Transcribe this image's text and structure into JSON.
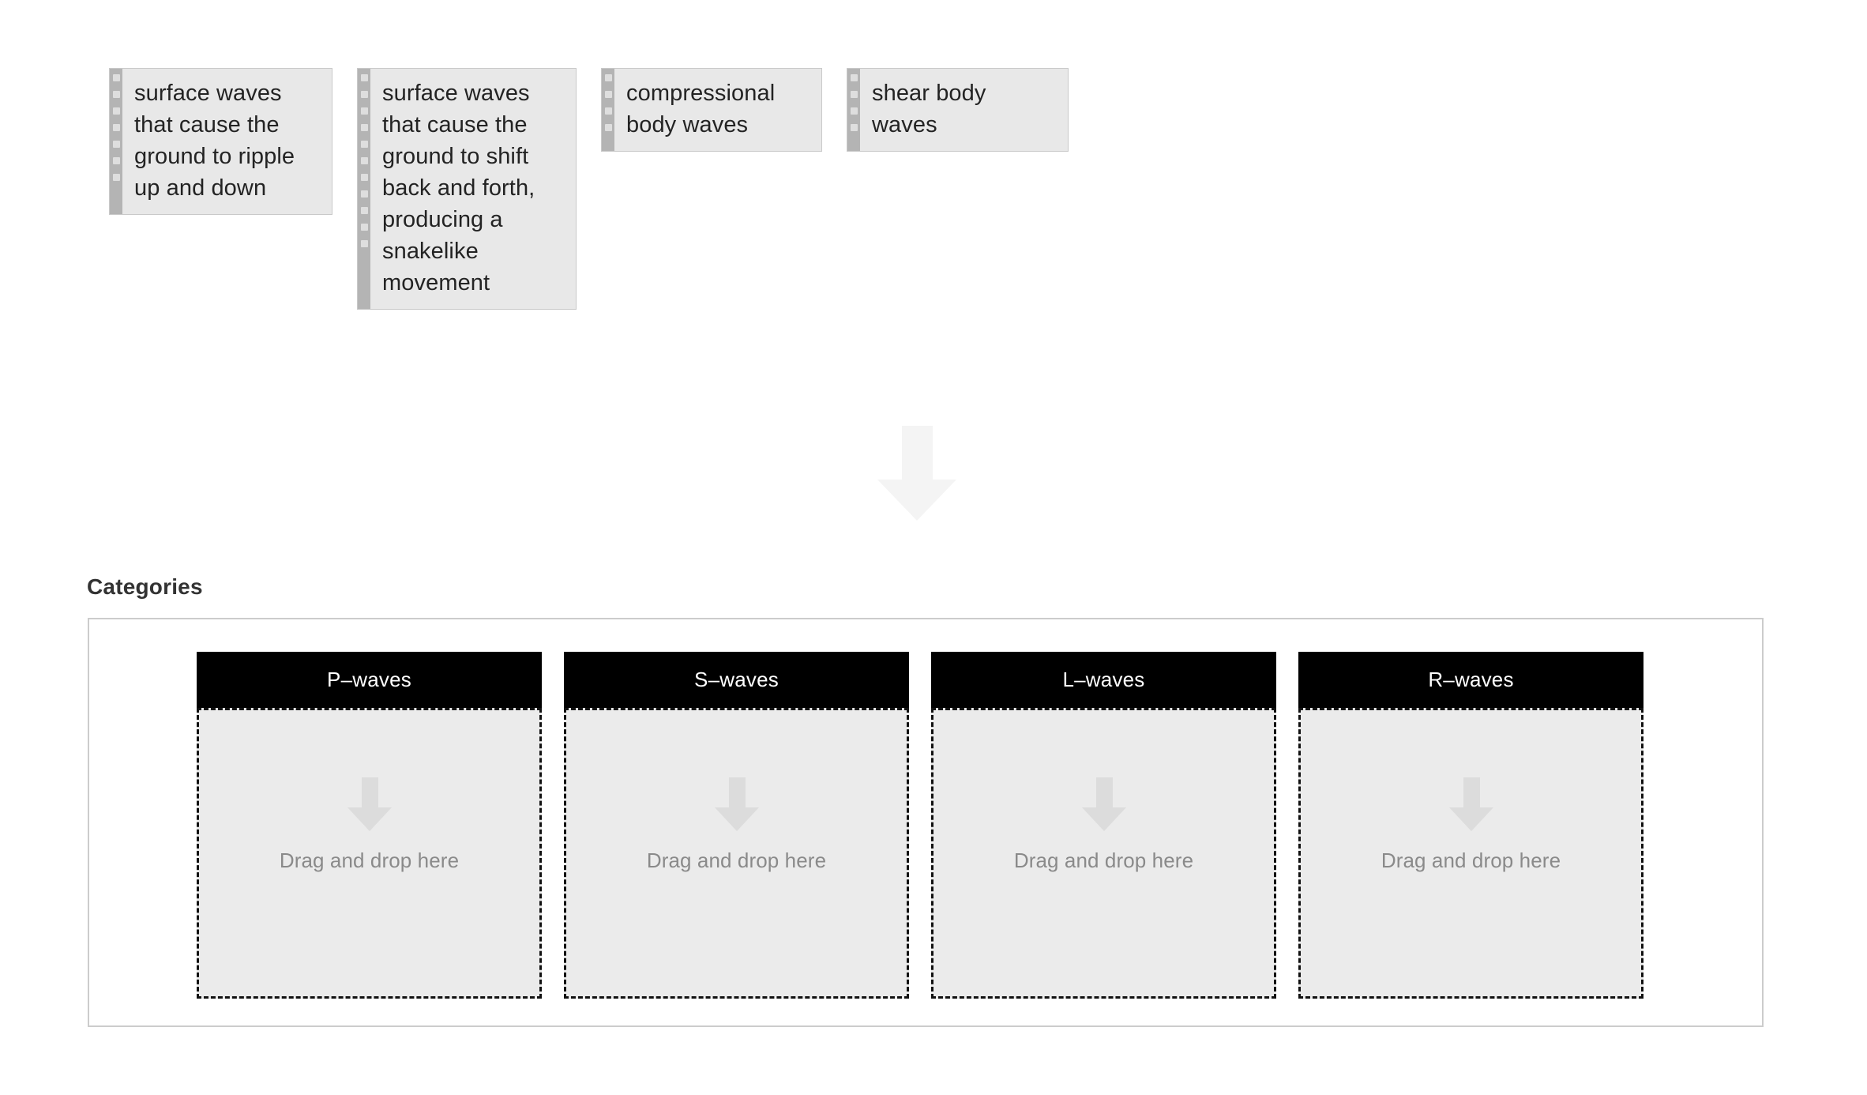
{
  "source_tray": {
    "handle_icon": "drag-handle-icon",
    "cards": [
      {
        "id": "card-surface-ripple",
        "text": "surface waves that cause the ground to ripple up and down"
      },
      {
        "id": "card-surface-snake",
        "text": "surface waves that cause the ground to shift back and forth, producing a snakelike movement"
      },
      {
        "id": "card-compressional",
        "text": "compressional body waves"
      },
      {
        "id": "card-shear",
        "text": "shear body waves"
      }
    ]
  },
  "flow": {
    "arrow_icon": "arrow-down-icon"
  },
  "categories": {
    "title": "Categories",
    "dropzone_arrow_icon": "arrow-down-icon",
    "columns": [
      {
        "id": "category-p-waves",
        "label": "P–waves",
        "dropzone_placeholder": "Drag and drop here",
        "items": []
      },
      {
        "id": "category-s-waves",
        "label": "S–waves",
        "dropzone_placeholder": "Drag and drop here",
        "items": []
      },
      {
        "id": "category-l-waves",
        "label": "L–waves",
        "dropzone_placeholder": "Drag and drop here",
        "items": []
      },
      {
        "id": "category-r-waves",
        "label": "R–waves",
        "dropzone_placeholder": "Drag and drop here",
        "items": []
      }
    ]
  },
  "colors": {
    "page_background": "#ffffff",
    "card_background": "#e8e8e8",
    "card_border": "#c9c9c9",
    "card_handle": "#b4b4b4",
    "card_handle_dot": "#dedede",
    "card_text": "#232323",
    "header_background": "#000000",
    "header_text": "#ffffff",
    "dropzone_background": "#ebebeb",
    "dropzone_border": "#111111",
    "dropzone_text": "#8a8a8a",
    "dropzone_arrow": "#dcdcdc",
    "panel_border": "#cccccc",
    "title_text": "#333333",
    "flow_arrow": "#f4f4f4"
  }
}
